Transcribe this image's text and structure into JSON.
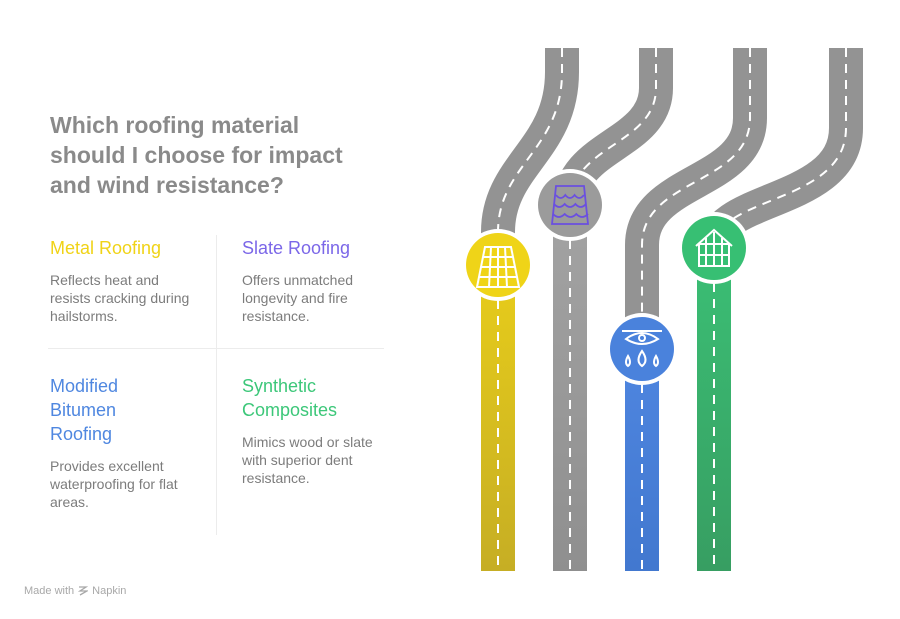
{
  "title": "Which roofing material should I choose for impact and wind resistance?",
  "items": [
    {
      "title": "Metal Roofing",
      "desc": "Reflects heat and resists cracking during hailstorms.",
      "color": "#f0d317",
      "icon": "tile-roof-icon"
    },
    {
      "title": "Slate Roofing",
      "desc": "Offers unmatched longevity and fire resistance.",
      "color": "#7b67e8",
      "icon": "scale-shingles-icon"
    },
    {
      "title": "Modified Bitumen Roofing",
      "desc": "Provides excellent waterproofing for flat areas.",
      "color": "#4f87e0",
      "icon": "waterproof-drops-icon"
    },
    {
      "title": "Synthetic Composites",
      "desc": "Mimics wood or slate with superior dent resistance.",
      "color": "#3cc779",
      "icon": "house-frame-icon"
    }
  ],
  "footer": {
    "made_with": "Made with",
    "brand": "Napkin"
  }
}
